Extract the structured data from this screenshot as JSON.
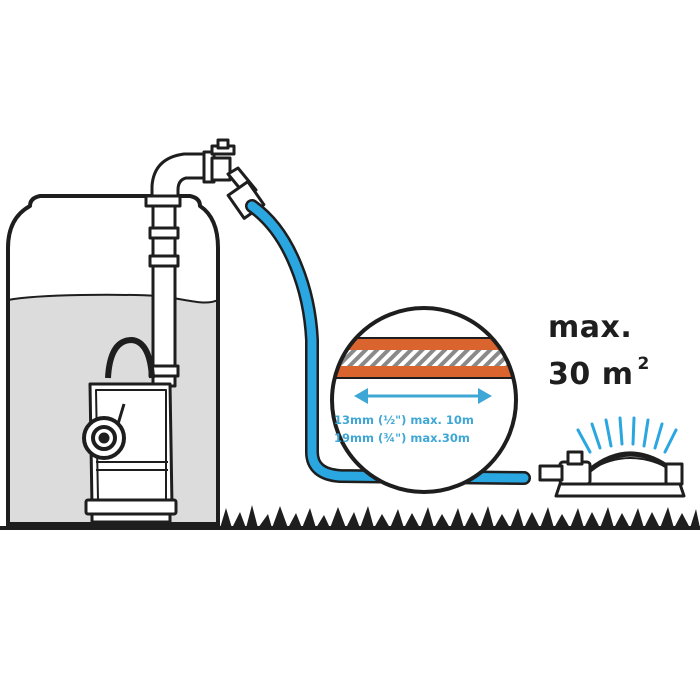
{
  "max_area": {
    "line1": "max.",
    "number": "30",
    "unit": "m",
    "exponent": "2"
  },
  "hose_specs": [
    {
      "text": "13mm (½\") max. 10m"
    },
    {
      "text": "19mm (¾\") max.30m"
    }
  ],
  "colors": {
    "outline": "#1e1e1e",
    "hose_blue": "#2aa6e0",
    "hose_orange": "#d9642e",
    "hose_grey": "#8a8a8a",
    "text_blue": "#3fa7d6"
  },
  "icons": {
    "tank": "water-tank-icon",
    "pump": "submersible-pump-icon",
    "hose": "garden-hose-icon",
    "sprinkler": "oscillating-sprinkler-icon",
    "grass": "grass-icon"
  }
}
